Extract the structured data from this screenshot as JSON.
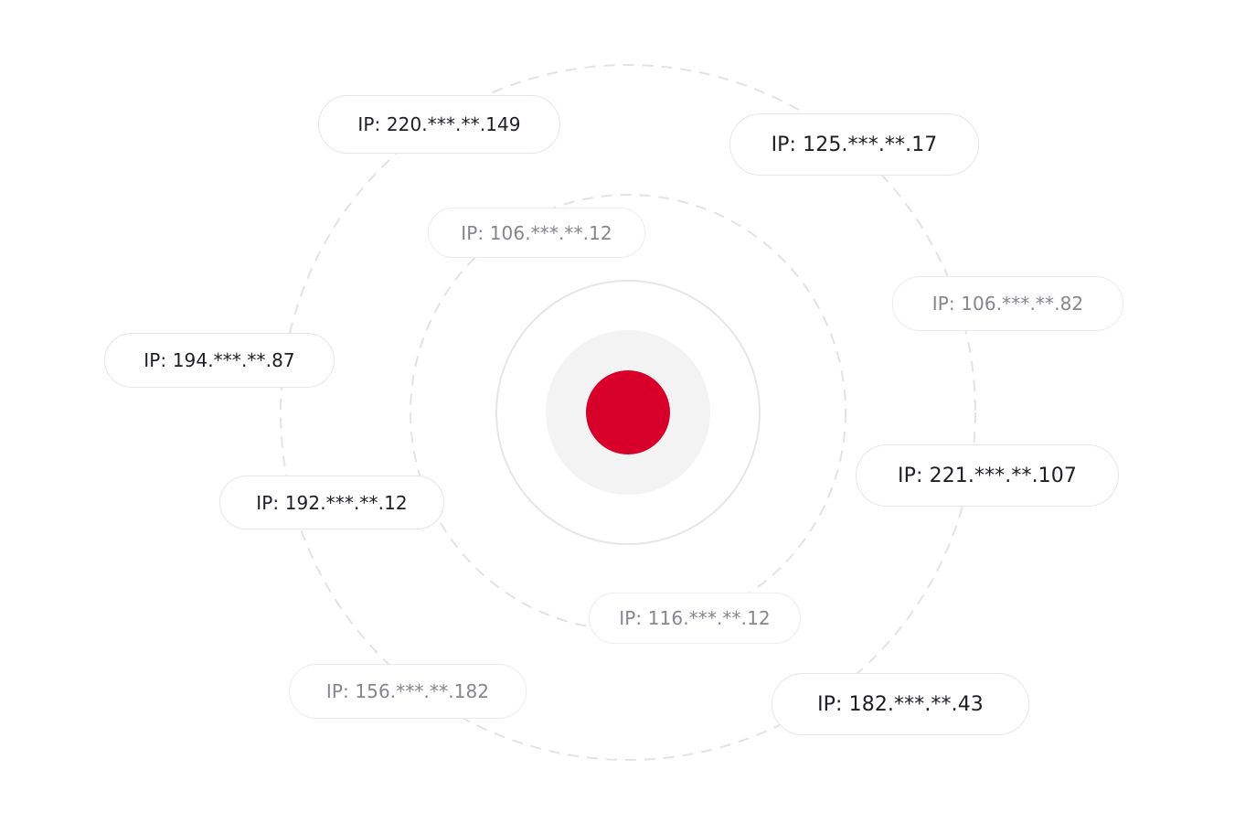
{
  "flag": {
    "icon": "japan-flag-icon",
    "disc_color": "#d7002a",
    "halo_color": "#f3f3f4",
    "ring_color": "#e6e6e9"
  },
  "orbit_color": "#e3e3e6",
  "ip_labels": [
    "IP: 220.***.**.149",
    "IP: 125.***.**.17",
    "IP: 106.***.**.12",
    "IP: 106.***.**.82",
    "IP: 194.***.**.87",
    "IP: 221.***.**.107",
    "IP: 192.***.**.12",
    "IP: 116.***.**.12",
    "IP: 156.***.**.182",
    "IP: 182.***.**.43"
  ]
}
